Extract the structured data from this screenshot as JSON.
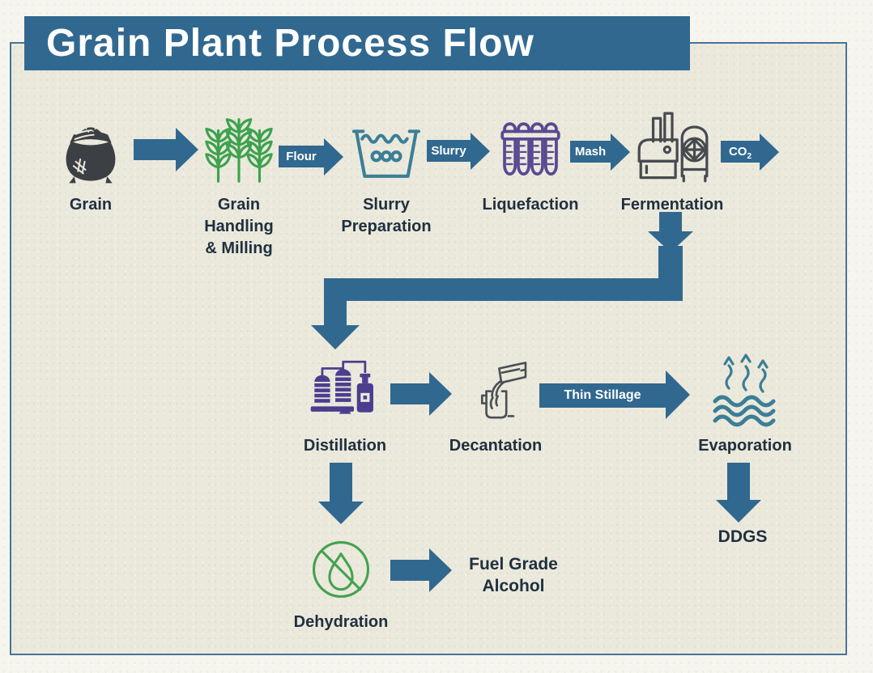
{
  "title": "Grain Plant Process Flow",
  "nodes": {
    "grain": {
      "label": "Grain",
      "icon": "grain-sack-icon"
    },
    "milling": {
      "lines": [
        "Grain",
        "Handling",
        "& Milling"
      ],
      "icon": "wheat-stalks-icon"
    },
    "slurry_prep": {
      "lines": [
        "Slurry",
        "Preparation"
      ],
      "icon": "slurry-tank-icon"
    },
    "liquefaction": {
      "label": "Liquefaction",
      "icon": "test-tubes-icon"
    },
    "fermentation": {
      "label": "Fermentation",
      "icon": "fermenter-icon"
    },
    "distillation": {
      "label": "Distillation",
      "icon": "distillation-column-icon"
    },
    "decantation": {
      "label": "Decantation",
      "icon": "decanter-pour-icon"
    },
    "evaporation": {
      "label": "Evaporation",
      "icon": "evaporation-waves-icon"
    },
    "dehydration": {
      "label": "Dehydration",
      "icon": "no-water-drop-icon"
    }
  },
  "streams": {
    "flour": "Flour",
    "slurry": "Slurry",
    "mash": "Mash",
    "co2": {
      "base": "CO",
      "sub": "2"
    },
    "thin_stillage": "Thin Stillage"
  },
  "outputs": {
    "ddgs": "DDGS",
    "fuel_grade": {
      "lines": [
        "Fuel Grade",
        "Alcohol"
      ]
    }
  },
  "colors": {
    "arrow_blue": "#31688f",
    "title_bg": "#31688f",
    "label_text": "#20303f",
    "green": "#3da24e",
    "teal": "#3b7e97",
    "purple": "#584a92",
    "purple_dark": "#4c3e8e",
    "charcoal": "#3c4045",
    "canvas_bg": "#ebe9dc"
  }
}
